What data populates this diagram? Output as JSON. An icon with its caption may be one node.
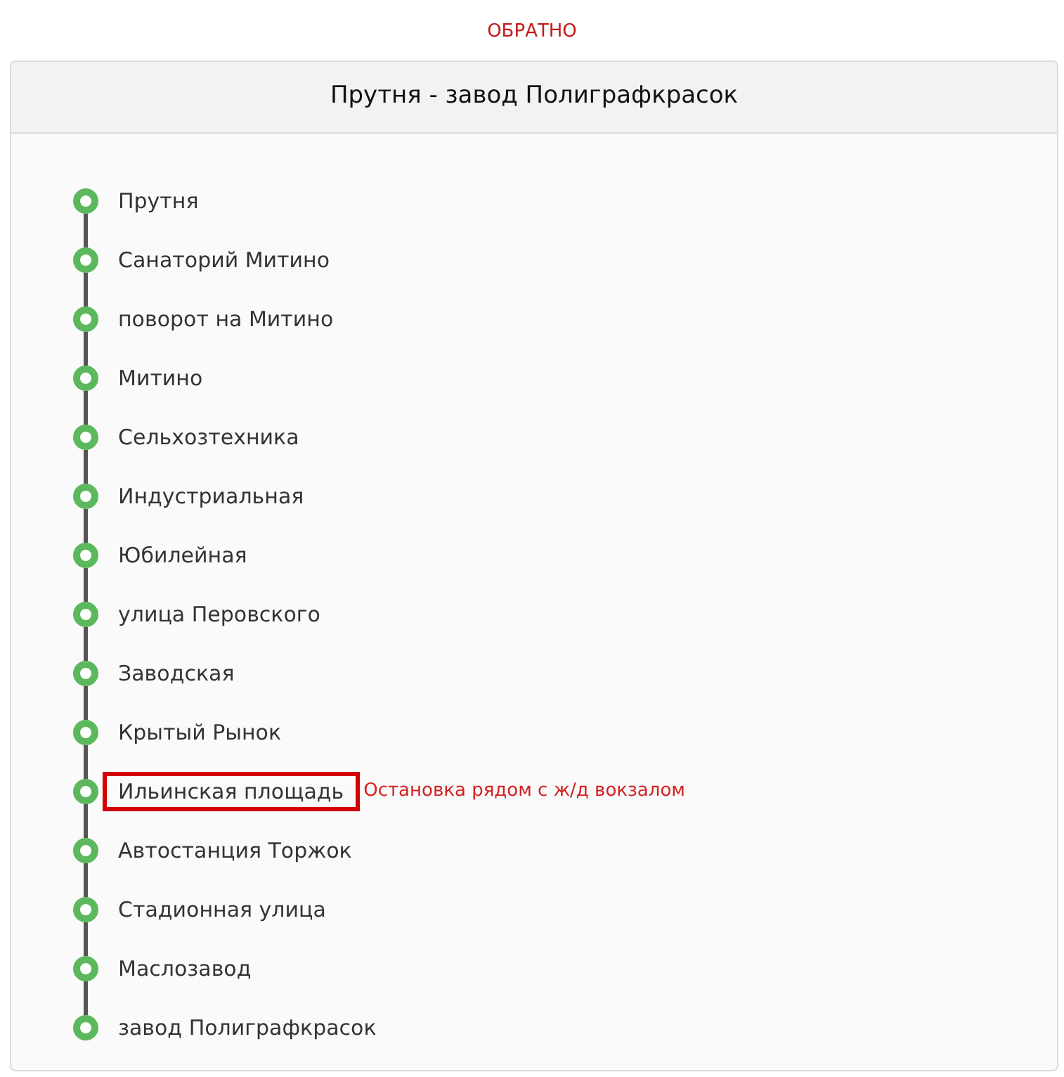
{
  "diagram": {
    "nodes": [
      {
        "text": [
          "Прутня - завод Полиграфкрасок"
        ]
      },
      {
        "text": [
          "Прутня"
        ],
        "in": 0
      },
      {
        "text": [
          "Санаторий Митино"
        ],
        "in": 0
      },
      {
        "text": [
          "поворот на Митино"
        ],
        "in": 0
      },
      {
        "text": [
          "Митино"
        ],
        "in": 0
      },
      {
        "text": [
          "Сельхозтехника"
        ],
        "in": 0
      },
      {
        "text": [
          "Индустриальная"
        ],
        "in": 0
      },
      {
        "text": [
          "Юбилейная"
        ],
        "in": 0
      },
      {
        "text": [
          "улица Перовского"
        ],
        "in": 0
      },
      {
        "text": [
          "Заводская"
        ],
        "in": 0
      },
      {
        "text": [
          "Крытый Рынок"
        ],
        "in": 0
      },
      {
        "text": [
          "Ильинская площадь"
        ],
        "in": 0,
        "beside": [
          "Остановка рядом с ж/д вокзалом"
        ]
      },
      {
        "text": [
          "Автостанция Торжок"
        ],
        "in": 0
      },
      {
        "text": [
          "Стадионная улица"
        ],
        "in": 0
      },
      {
        "text": [
          "Маслозавод"
        ],
        "in": 0
      },
      {
        "text": [
          "завод Полиграфкрасок"
        ],
        "in": 0
      }
    ],
    "edges": [
      {
        "from": 1,
        "to": 2,
        "arrow": "none"
      },
      {
        "from": 2,
        "to": 3,
        "arrow": "none"
      },
      {
        "from": 3,
        "to": 4,
        "arrow": "none"
      },
      {
        "from": 4,
        "to": 5,
        "arrow": "none"
      },
      {
        "from": 5,
        "to": 6,
        "arrow": "none"
      },
      {
        "from": 6,
        "to": 7,
        "arrow": "none"
      },
      {
        "from": 7,
        "to": 8,
        "arrow": "none"
      },
      {
        "from": 8,
        "to": 9,
        "arrow": "none"
      },
      {
        "from": 9,
        "to": 10,
        "arrow": "none"
      },
      {
        "from": 10,
        "to": 11,
        "arrow": "none"
      },
      {
        "from": 11,
        "to": 12,
        "arrow": "none"
      },
      {
        "from": 12,
        "to": 13,
        "arrow": "none"
      },
      {
        "from": 13,
        "to": 14,
        "arrow": "none"
      },
      {
        "from": 14,
        "to": 15,
        "arrow": "none"
      }
    ],
    "labels": [
      "ОБРАТНО"
    ]
  }
}
